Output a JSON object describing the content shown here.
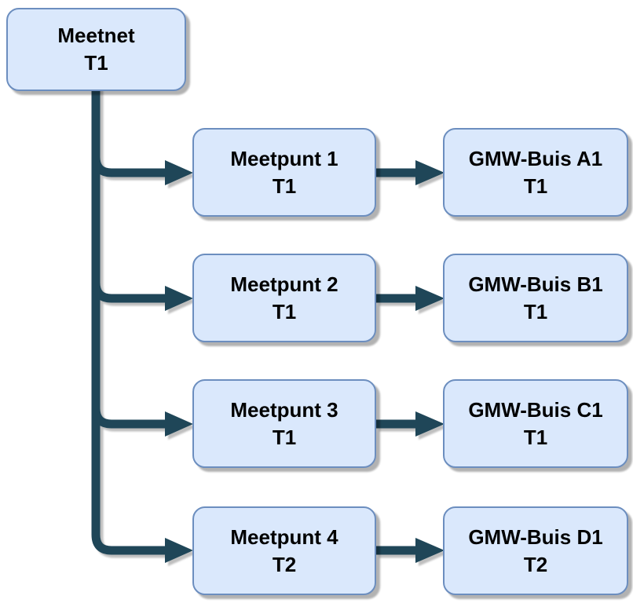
{
  "colors": {
    "node_fill": "#dae8fc",
    "node_border": "#6c8ebf",
    "connector": "#1f4658",
    "text": "#000000"
  },
  "root": {
    "title": "Meetnet",
    "subtitle": "T1"
  },
  "rows": [
    {
      "meetpunt": {
        "title": "Meetpunt 1",
        "subtitle": "T1"
      },
      "gmw": {
        "title": "GMW-Buis A1",
        "subtitle": "T1"
      }
    },
    {
      "meetpunt": {
        "title": "Meetpunt 2",
        "subtitle": "T1"
      },
      "gmw": {
        "title": "GMW-Buis B1",
        "subtitle": "T1"
      }
    },
    {
      "meetpunt": {
        "title": "Meetpunt 3",
        "subtitle": "T1"
      },
      "gmw": {
        "title": "GMW-Buis C1",
        "subtitle": "T1"
      }
    },
    {
      "meetpunt": {
        "title": "Meetpunt 4",
        "subtitle": "T2"
      },
      "gmw": {
        "title": "GMW-Buis D1",
        "subtitle": "T2"
      }
    }
  ],
  "edges": [
    {
      "from": "Meetnet T1",
      "to": "Meetpunt 1 T1"
    },
    {
      "from": "Meetnet T1",
      "to": "Meetpunt 2 T1"
    },
    {
      "from": "Meetnet T1",
      "to": "Meetpunt 3 T1"
    },
    {
      "from": "Meetnet T1",
      "to": "Meetpunt 4 T2"
    },
    {
      "from": "Meetpunt 1 T1",
      "to": "GMW-Buis A1 T1"
    },
    {
      "from": "Meetpunt 2 T1",
      "to": "GMW-Buis B1 T1"
    },
    {
      "from": "Meetpunt 3 T1",
      "to": "GMW-Buis C1 T1"
    },
    {
      "from": "Meetpunt 4 T2",
      "to": "GMW-Buis D1 T2"
    }
  ]
}
